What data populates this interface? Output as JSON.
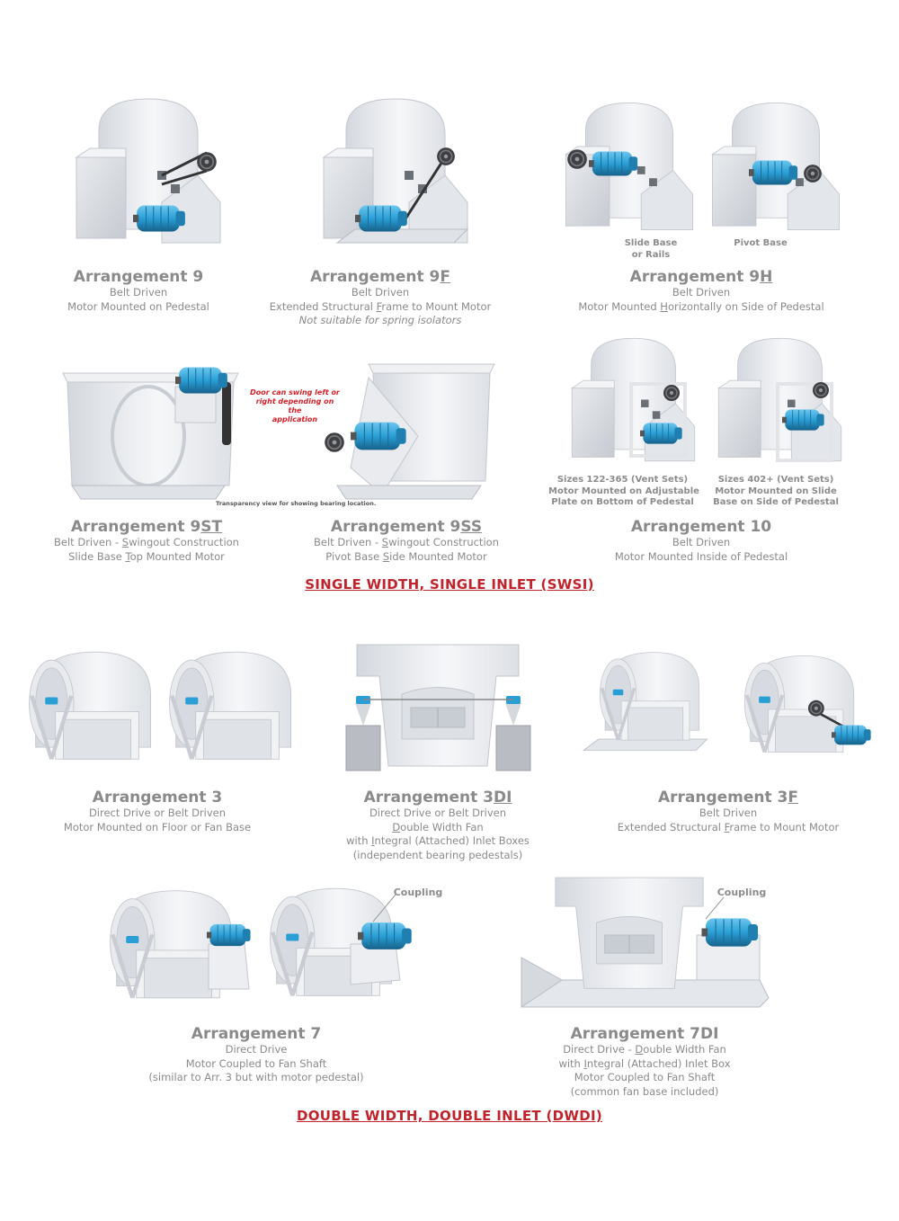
{
  "swsi": {
    "heading": "SINGLE WIDTH, SINGLE INLET (SWSI)",
    "arr9": {
      "title": "Arrangement 9",
      "line1": "Belt Driven",
      "line2": "Motor Mounted on Pedestal"
    },
    "arr9f": {
      "title_a": "Arrangement 9",
      "title_u": "F",
      "line1": "Belt Driven",
      "line2_a": "Extended Structural ",
      "line2_u": "F",
      "line2_b": "rame to Mount Motor",
      "note": "Not suitable for spring isolators"
    },
    "arr9h": {
      "title_a": "Arrangement 9",
      "title_u": "H",
      "line1": "Belt Driven",
      "line2_a": "Motor Mounted ",
      "line2_u": "H",
      "line2_b": "orizontally on Side of Pedestal",
      "label_slide_1": "Slide Base",
      "label_slide_2": "or Rails",
      "label_pivot": "Pivot Base"
    },
    "arr9st": {
      "title_a": "Arrangement 9",
      "title_u": "ST",
      "line1_a": "Belt Driven - ",
      "line1_u": "S",
      "line1_b": "wingout Construction",
      "line2_a": "Slide Base ",
      "line2_u": "T",
      "line2_b": "op Mounted Motor"
    },
    "arr9ss": {
      "title_a": "Arrangement 9",
      "title_u": "SS",
      "line1_a": "Belt Driven - ",
      "line1_u": "S",
      "line1_b": "wingout Construction",
      "line2_a": "Pivot Base ",
      "line2_u": "S",
      "line2_b": "ide Mounted Motor"
    },
    "arr10": {
      "title": "Arrangement 10",
      "line1": "Belt Driven",
      "line2": "Motor Mounted Inside of Pedestal",
      "label_a_1": "Sizes 122-365 (Vent Sets)",
      "label_a_2": "Motor Mounted on Adjustable",
      "label_a_3": "Plate on Bottom of Pedestal",
      "label_b_1": "Sizes 402+ (Vent Sets)",
      "label_b_2": "Motor Mounted on Slide",
      "label_b_3": "Base on Side of Pedestal"
    },
    "callout_1": "Door can swing left or",
    "callout_2": "right depending on the",
    "callout_3": "application",
    "transparency_note": "Transparency view for showing bearing location."
  },
  "dwdi": {
    "heading": "DOUBLE WIDTH, DOUBLE INLET (DWDI)",
    "arr3": {
      "title": "Arrangement 3",
      "line1": "Direct Drive or Belt Driven",
      "line2": "Motor Mounted on Floor or Fan Base"
    },
    "arr3di": {
      "title_a": "Arrangement 3",
      "title_u": "DI",
      "line1": "Direct Drive or Belt Driven",
      "line2_u": "D",
      "line2_b": "ouble Width Fan",
      "line3_a": "with ",
      "line3_u": "I",
      "line3_b": "ntegral (Attached) Inlet Boxes",
      "line4": "(independent bearing pedestals)"
    },
    "arr3f": {
      "title_a": "Arrangement 3",
      "title_u": "F",
      "line1": "Belt Driven",
      "line2_a": "Extended Structural ",
      "line2_u": "F",
      "line2_b": "rame to Mount Motor"
    },
    "arr7": {
      "title": "Arrangement 7",
      "line1": "Direct Drive",
      "line2": "Motor Coupled to Fan Shaft",
      "line3": "(similar to Arr. 3 but with motor pedestal)",
      "label_coupling": "Coupling"
    },
    "arr7di": {
      "title": "Arrangement 7DI",
      "line1_a": "Direct Drive - ",
      "line1_u": "D",
      "line1_b": "ouble Width Fan",
      "line2_a": "with ",
      "line2_u": "I",
      "line2_b": "ntegral (Attached) Inlet Box",
      "line3": "Motor Coupled to Fan Shaft",
      "line4": "(common fan base included)",
      "label_coupling": "Coupling"
    }
  },
  "colors": {
    "heading_red": "#c0232b",
    "motor_blue": "#2a9fd6",
    "fan_white": "#eef0f3",
    "text_gray": "#8a8a8a"
  }
}
